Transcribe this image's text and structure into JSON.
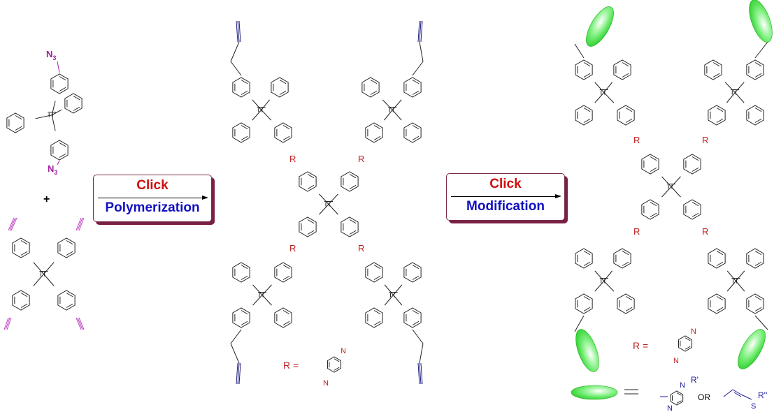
{
  "monomer_azide": {
    "atom": "N",
    "subscript": "3"
  },
  "plus": "+",
  "step1": {
    "top": "Click",
    "bottom": "Polymerization"
  },
  "step2": {
    "top": "Click",
    "bottom": "Modification"
  },
  "linker": {
    "label": "R",
    "eq": "R =",
    "n": "N"
  },
  "legend": {
    "r1": "R'",
    "or": "OR",
    "s": "S",
    "r2": "R''"
  },
  "colors": {
    "azide": "#a020a0",
    "alkyne_monomer": "#c040c0",
    "alkyne_polymer": "#202080",
    "red": "#c02020",
    "blue": "#1a1a9a",
    "green": "#33dd33"
  }
}
